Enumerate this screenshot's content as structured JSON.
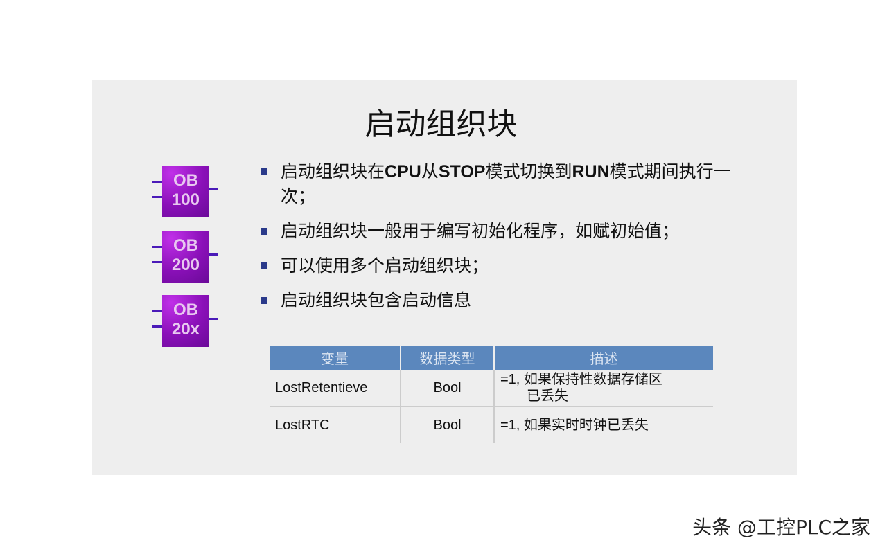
{
  "title": "启动组织块",
  "blocks": [
    {
      "l1": "OB",
      "l2": "100"
    },
    {
      "l1": "OB",
      "l2": "200"
    },
    {
      "l1": "OB",
      "l2": "20x"
    }
  ],
  "bullets": {
    "b1": {
      "p1": "启动组织块在",
      "cpu": "CPU",
      "p2": "从",
      "stop": "STOP",
      "p3": "模式切换到",
      "run": "RUN",
      "p4": "模式期间执行一次；"
    },
    "b2": "启动组织块一般用于编写初始化程序，如赋初始值；",
    "b3": "可以使用多个启动组织块；",
    "b4": "启动组织块包含启动信息"
  },
  "table": {
    "headers": [
      "变量",
      "数据类型",
      "描述"
    ],
    "rows": [
      {
        "var": "LostRetentieve",
        "type": "Bool",
        "desc1": "=1, 如果保持性数据存储区",
        "desc2": "已丢失"
      },
      {
        "var": "LostRTC",
        "type": "Bool",
        "desc1": "=1, 如果实时时钟已丢失"
      }
    ]
  },
  "watermark": "头条 @工控PLC之家"
}
